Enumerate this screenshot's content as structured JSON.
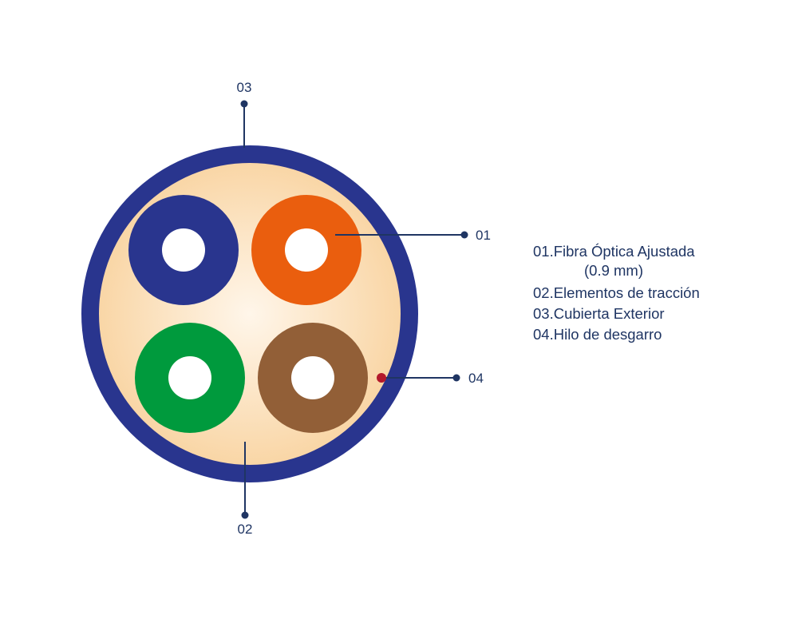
{
  "colors": {
    "jacket": "#29358e",
    "filler_center": "#fff6ea",
    "filler_edge": "#f9d6a6",
    "line": "#1f3563",
    "ripcord": "#b3182b",
    "hole": "#ffffff",
    "fiber_blue": "#29358e",
    "fiber_orange": "#ea5e0e",
    "fiber_green": "#009a3d",
    "fiber_brown": "#925f37"
  },
  "callouts": {
    "c01": "01",
    "c02": "02",
    "c03": "03",
    "c04": "04"
  },
  "fibers": [
    {
      "name": "fiber-blue",
      "color_key": "fiber_blue"
    },
    {
      "name": "fiber-orange",
      "color_key": "fiber_orange"
    },
    {
      "name": "fiber-green",
      "color_key": "fiber_green"
    },
    {
      "name": "fiber-brown",
      "color_key": "fiber_brown"
    }
  ],
  "legend": {
    "item1": "01.Fibra Óptica Ajustada",
    "item1_sub": "(0.9 mm)",
    "item2": "02.Elementos de tracción",
    "item3": "03.Cubierta Exterior",
    "item4": "04.Hilo de desgarro"
  }
}
